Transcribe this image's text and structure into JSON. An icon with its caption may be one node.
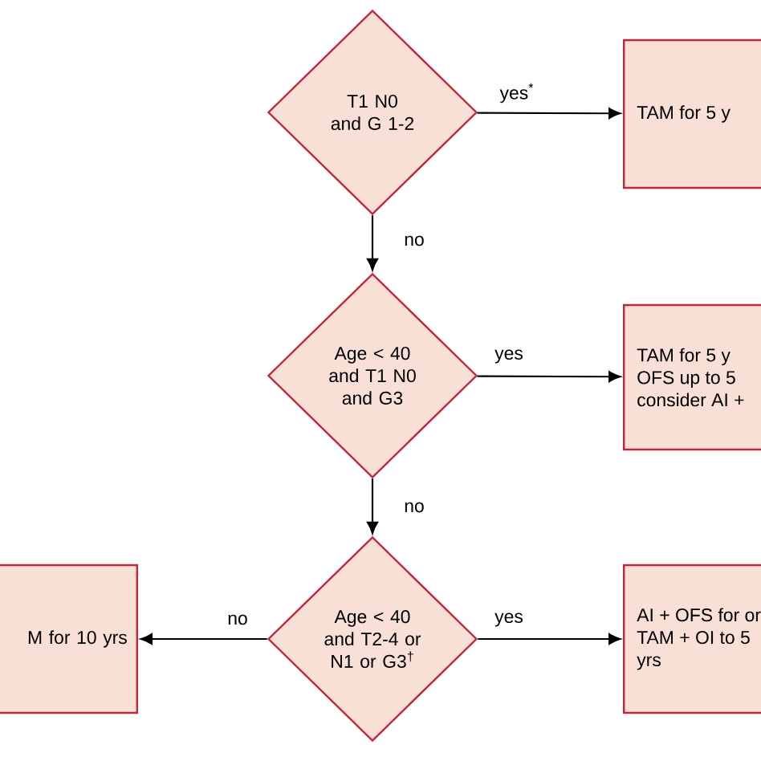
{
  "diagram": {
    "nodes": [
      {
        "text": [
          "T1 N0 and G 1-2"
        ]
      },
      {
        "text": [
          "TAM for 5 y"
        ]
      },
      {
        "text": [
          "Age < 40 and T1 N0 and G3"
        ]
      },
      {
        "text": [
          "TAM for 5 y OFS up to 5 consider AI +"
        ]
      },
      {
        "text": [
          "M for 10 yrs"
        ]
      },
      {
        "text": [
          "Age < 40 and T2-4 or N1 or G3$^{†}$"
        ]
      },
      {
        "text": [
          "AI + OFS for or TAM + OI to 5 yrs"
        ]
      }
    ],
    "edges": [
      {
        "from": 0,
        "to": 1,
        "arrow": "to",
        "label": "yes$^{*}$"
      },
      {
        "from": 0,
        "to": 2,
        "arrow": "to",
        "label": "no"
      },
      {
        "from": 2,
        "to": 3,
        "arrow": "to",
        "label": "yes"
      },
      {
        "from": 2,
        "to": 5,
        "arrow": "to",
        "label": "no"
      },
      {
        "from": 5,
        "to": 4,
        "arrow": "to",
        "label": "no"
      },
      {
        "from": 5,
        "to": 6,
        "arrow": "to",
        "label": "yes"
      }
    ]
  }
}
